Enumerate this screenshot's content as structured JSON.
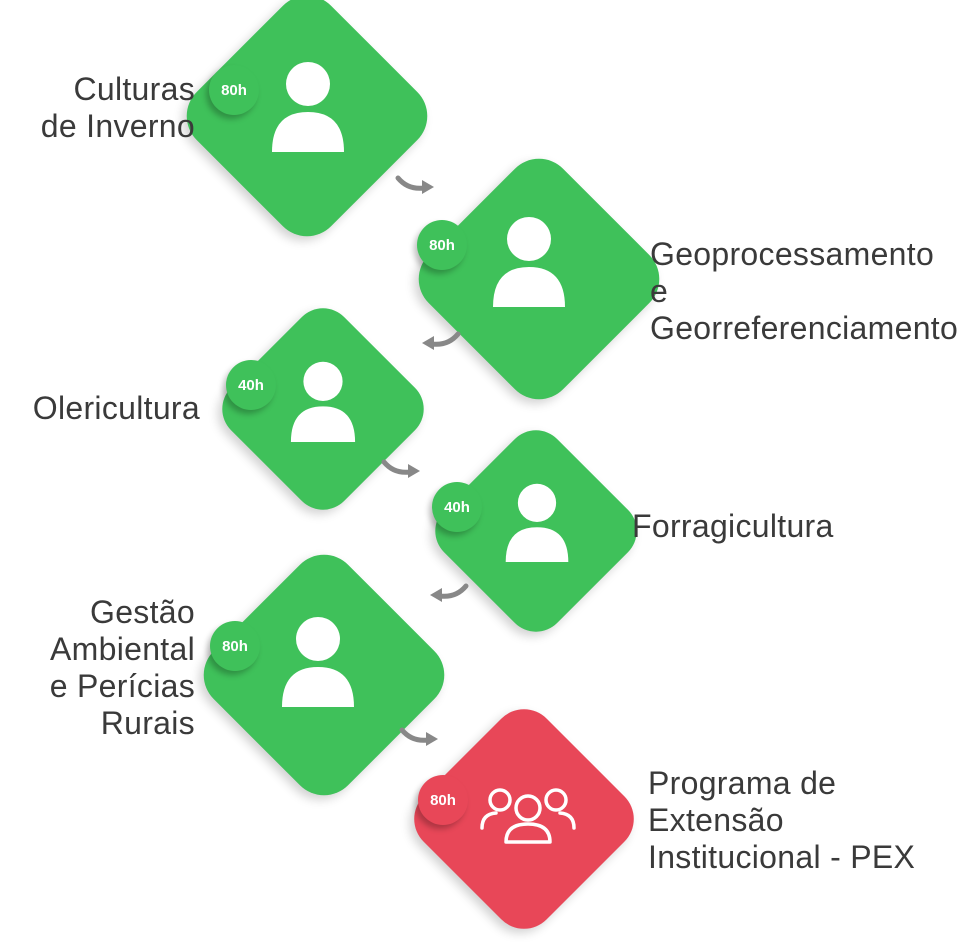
{
  "colors": {
    "completed": "#3fc15a",
    "final": "#e84758",
    "text": "#3a3a3a",
    "arrow": "#888888"
  },
  "steps": [
    {
      "hours": "80h",
      "title_lines": [
        "Culturas",
        "de Inverno"
      ],
      "icon": "person-icon",
      "color": "green"
    },
    {
      "hours": "80h",
      "title_lines": [
        "Geoprocessamento",
        "e Georreferenciamento"
      ],
      "icon": "person-icon",
      "color": "green"
    },
    {
      "hours": "40h",
      "title_lines": [
        "Olericultura"
      ],
      "icon": "person-icon",
      "color": "green"
    },
    {
      "hours": "40h",
      "title_lines": [
        "Forragicultura"
      ],
      "icon": "person-icon",
      "color": "green"
    },
    {
      "hours": "80h",
      "title_lines": [
        "Gestão",
        "Ambiental",
        "e Perícias",
        "Rurais"
      ],
      "icon": "person-icon",
      "color": "green"
    },
    {
      "hours": "80h",
      "title_lines": [
        "Programa de",
        "Extensão",
        "Institucional - PEX"
      ],
      "icon": "group-icon",
      "color": "red"
    }
  ]
}
